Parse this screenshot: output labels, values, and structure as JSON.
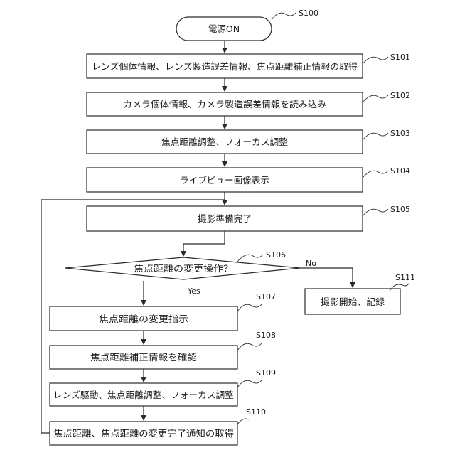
{
  "diagram": {
    "start": {
      "step": "S100",
      "label": "電源ON"
    },
    "steps": [
      {
        "id": "S101",
        "label": "レンズ個体情報、レンズ製造誤差情報、焦点距離補正情報の取得"
      },
      {
        "id": "S102",
        "label": "カメラ個体情報、カメラ製造誤差情報を読み込み"
      },
      {
        "id": "S103",
        "label": "焦点距離調整、フォーカス調整"
      },
      {
        "id": "S104",
        "label": "ライブビュー画像表示"
      },
      {
        "id": "S105",
        "label": "撮影準備完了"
      },
      {
        "id": "S106",
        "label": "焦点距離の変更操作？"
      },
      {
        "id": "S107",
        "label": "焦点距離の変更指示"
      },
      {
        "id": "S108",
        "label": "焦点距離補正情報を確認"
      },
      {
        "id": "S109",
        "label": "レンズ駆動、焦点距離調整、フォーカス調整"
      },
      {
        "id": "S110",
        "label": "焦点距離、焦点距離の変更完了通知の取得"
      },
      {
        "id": "S111",
        "label": "撮影開始、記録"
      }
    ],
    "branches": {
      "yes": "Yes",
      "no": "No"
    }
  }
}
